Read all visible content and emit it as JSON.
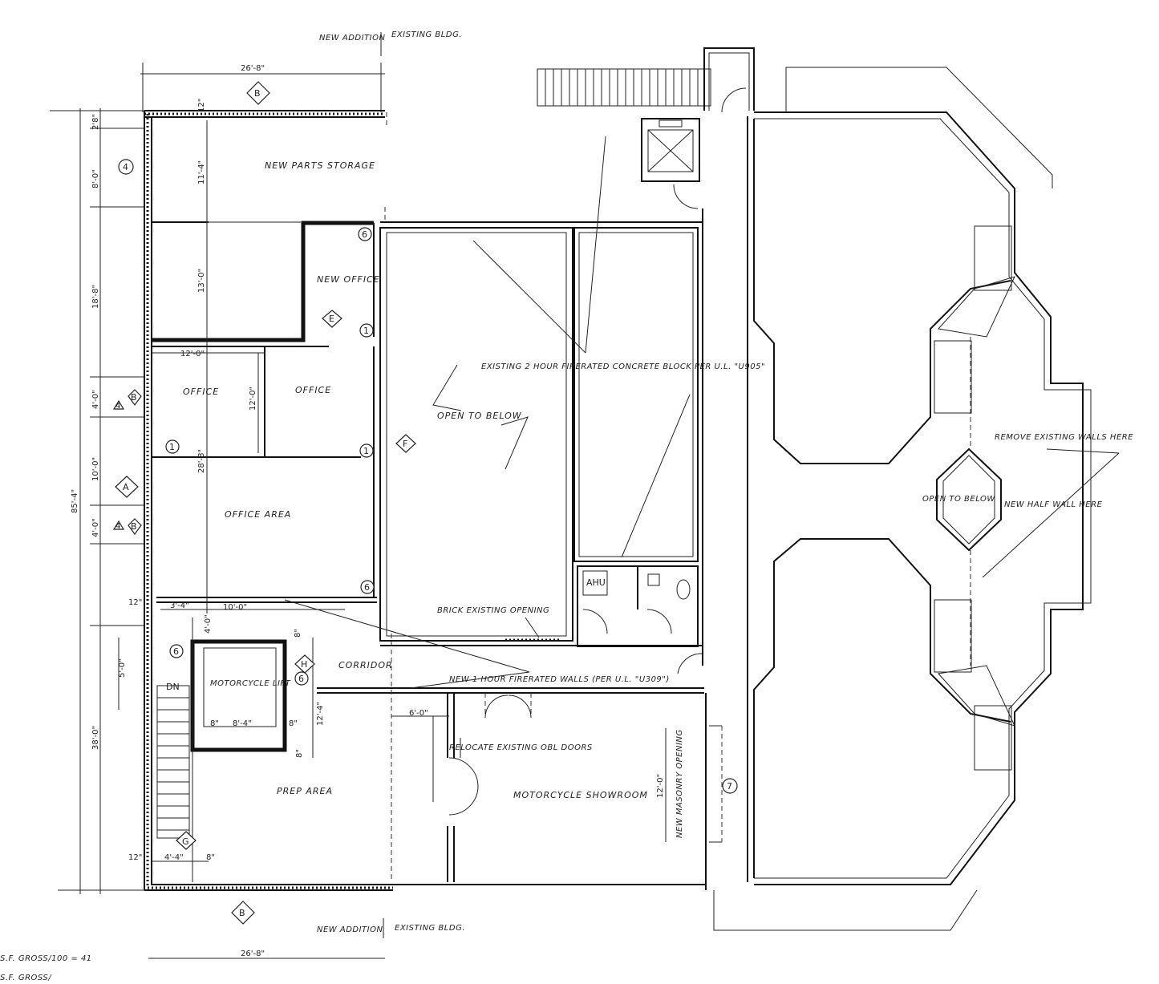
{
  "rooms": {
    "new_parts_storage": "NEW PARTS STORAGE",
    "new_office": "NEW OFFICE",
    "office_left": "OFFICE",
    "office_right": "OFFICE",
    "office_area": "OFFICE AREA",
    "open_to_below": "OPEN TO BELOW",
    "open_to_below_small": "OPEN TO BELOW",
    "corridor": "CORRIDOR",
    "motorcycle_lift": "MOTORCYCLE LIFT",
    "prep_area": "PREP AREA",
    "motorcycle_showroom": "MOTORCYCLE SHOWROOM",
    "ahu": "AHU"
  },
  "notes": {
    "existing_firerated": "EXISTING 2 HOUR FIRERATED CONCRETE BLOCK PER U.L. \"U905\"",
    "new_firerated": "NEW 1 HOUR FIRERATED WALLS (PER U.L. \"U309\")",
    "relocate_doors": "RELOCATE EXISTING OBL DOORS",
    "brick_existing": "BRICK EXISTING OPENING",
    "remove_walls": "REMOVE EXISTING WALLS HERE",
    "new_half_wall": "NEW HALF WALL HERE",
    "new_masonry": "NEW MASONRY OPENING",
    "new_addition_top": "NEW ADDITION",
    "existing_bldg_top": "EXISTING BLDG.",
    "new_addition_bottom": "NEW ADDITION",
    "existing_bldg_bottom": "EXISTING BLDG.",
    "dn": "DN",
    "sf_gross_1": "S.F. GROSS/100 = 41",
    "sf_gross_2": "S.F. GROSS/"
  },
  "dimensions": {
    "top_width": "26'-8\"",
    "bottom_width": "26'-8\"",
    "overall_height": "85'-4\"",
    "d_2_8": "2'8\"",
    "d_8_0": "8'-0\"",
    "d_18_8": "18'-8\"",
    "d_4_0a": "4'-0\"",
    "d_10_0": "10'-0\"",
    "d_4_0b": "4'-0\"",
    "d_38_0": "38'-0\"",
    "d_5_0": "5'-0\"",
    "d_11_4": "11'-4\"",
    "d_13_0": "13'-0\"",
    "d_12_0_h": "12'-0\"",
    "d_12_0_v": "12'-0\"",
    "d_28_8": "28'-8\"",
    "d_12_top": "12\"",
    "d_12_mid": "12\"",
    "d_3_4": "3'-4\"",
    "d_10_0_h": "10'-0\"",
    "d_4_0_lift": "4'-0\"",
    "d_8_lift": "8\"",
    "d_8_4": "8'-4\"",
    "d_8_a": "8\"",
    "d_8_b": "8\"",
    "d_12_4": "12'-4\"",
    "d_8_c": "8\"",
    "d_6_0": "6'-0\"",
    "d_12_0_show": "12'-0\"",
    "d_12_bot": "12\"",
    "d_4_4": "4'-4\"",
    "d_8_bot": "8\""
  },
  "tags": {
    "grid_b_top": "B",
    "grid_b_bottom": "B",
    "grid_a": "A",
    "grid_b1": "B",
    "grid_b2": "B",
    "tag_e": "E",
    "tag_f": "F",
    "tag_h": "H",
    "tag_g": "G",
    "n4": "4",
    "n1a": "1",
    "n1b": "1",
    "n1c": "1",
    "n6a": "6",
    "n6b": "6",
    "n6c": "6",
    "n6d": "6",
    "n7": "7",
    "n4a": "4",
    "n4b": "4"
  }
}
